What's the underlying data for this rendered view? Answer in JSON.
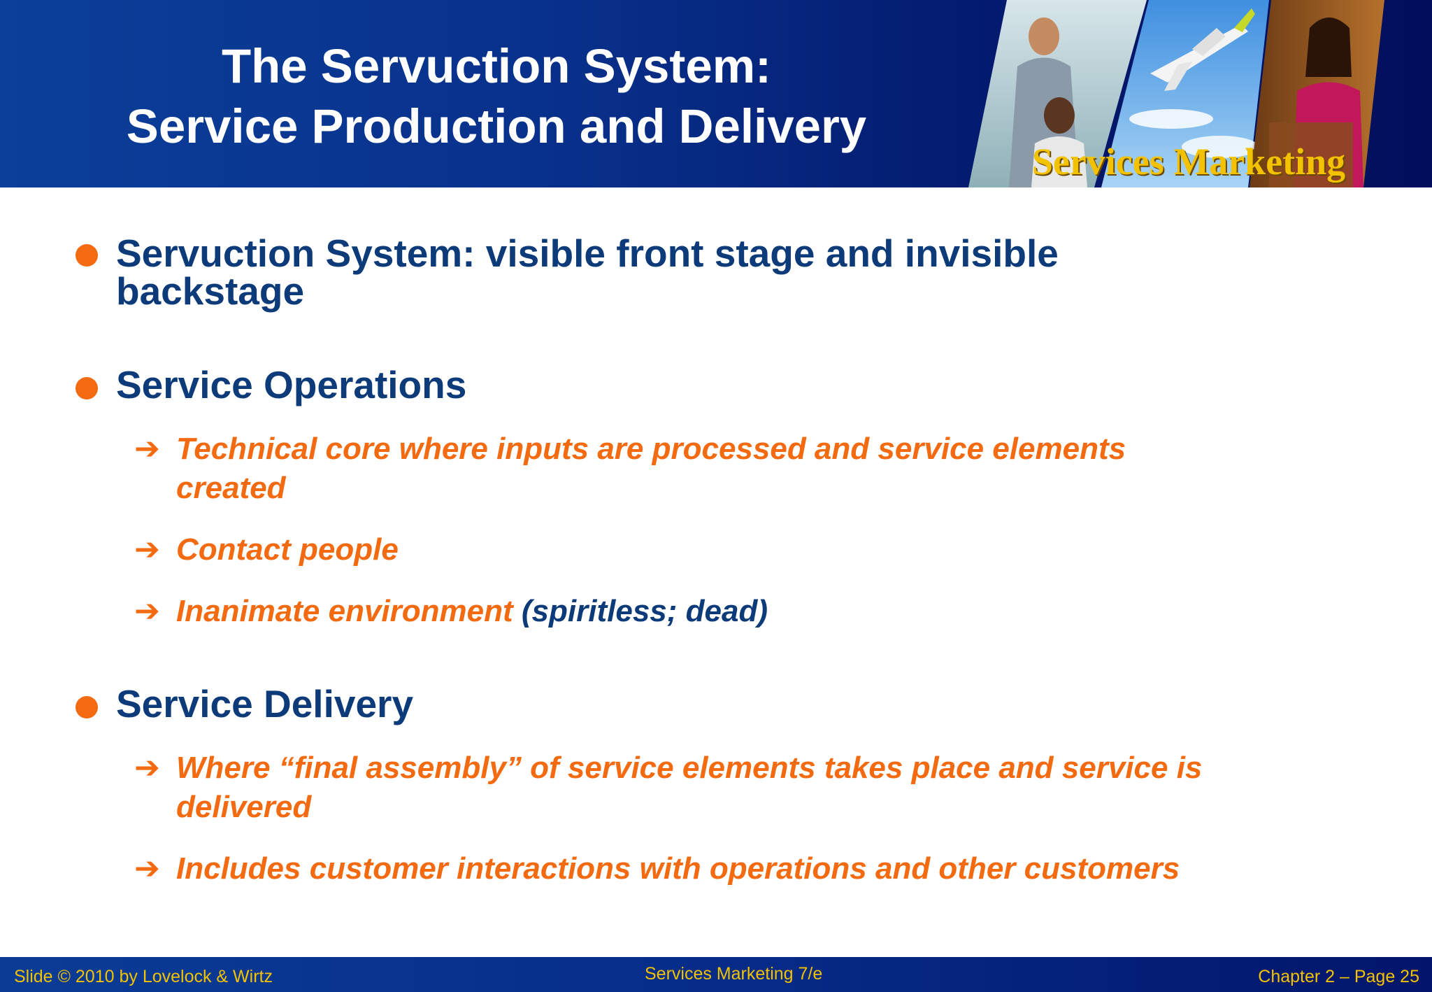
{
  "header": {
    "title_line1": "The Servuction System:",
    "title_line2": "Service Production and Delivery",
    "brand": "Services Marketing"
  },
  "content": {
    "bullet1": {
      "line1": "Servuction System: visible front stage and invisible",
      "line2": "backstage"
    },
    "bullet2": {
      "title": "Service Operations",
      "sub1_line1": "Technical core where inputs are processed and service elements",
      "sub1_line2": "created",
      "sub2": "Contact people",
      "sub3_main": "Inanimate environment",
      "sub3_note": " (spiritless; dead)"
    },
    "bullet3": {
      "title": "Service Delivery",
      "sub1_line1": "Where “final assembly” of service elements takes place and service is",
      "sub1_line2": "delivered",
      "sub2": "Includes customer interactions with operations and other customers"
    },
    "arrow_glyph": "➔"
  },
  "footer": {
    "left": "Slide © 2010 by Lovelock & Wirtz",
    "center": "Services Marketing 7/e",
    "right": "Chapter 2 – Page 25"
  },
  "colors": {
    "navy": "#0d3b7a",
    "orange": "#f36a10",
    "gold": "#f2c200"
  }
}
